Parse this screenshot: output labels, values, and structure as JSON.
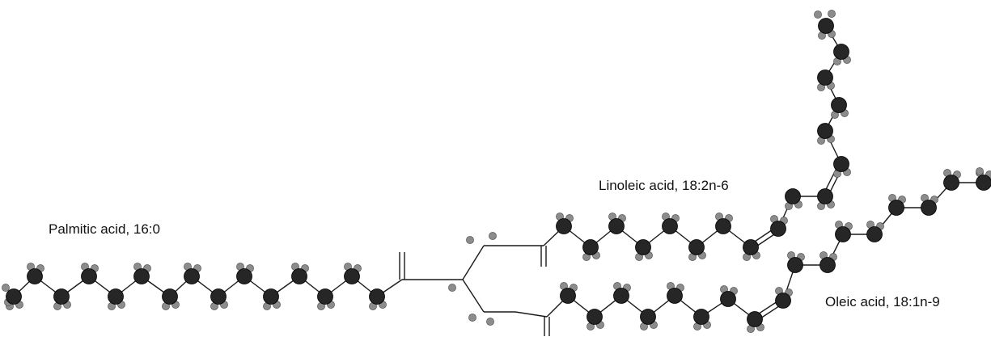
{
  "labels": {
    "palmitic": "Palmitic acid, 16:0",
    "linoleic": "Linoleic acid, 18:2n-6",
    "oleic": "Oleic acid, 18:1n-9"
  },
  "colors": {
    "background": "#ffffff",
    "carbon": "#262626",
    "hydrogen": "#8c8c8c",
    "oxygen": "#c4c4c4",
    "bond": "#1a1a1a"
  },
  "atom_types": [
    "carbon",
    "hydrogen",
    "oxygen"
  ]
}
